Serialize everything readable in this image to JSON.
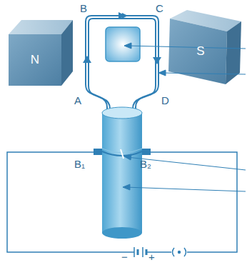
{
  "diagram": {
    "nodes": [
      {
        "text": [
          "N"
        ]
      },
      {
        "text": [
          "S"
        ]
      }
    ],
    "labels": [
      "B",
      "C",
      "A",
      "D",
      "B₁",
      "B₂",
      "−",
      "+"
    ]
  }
}
